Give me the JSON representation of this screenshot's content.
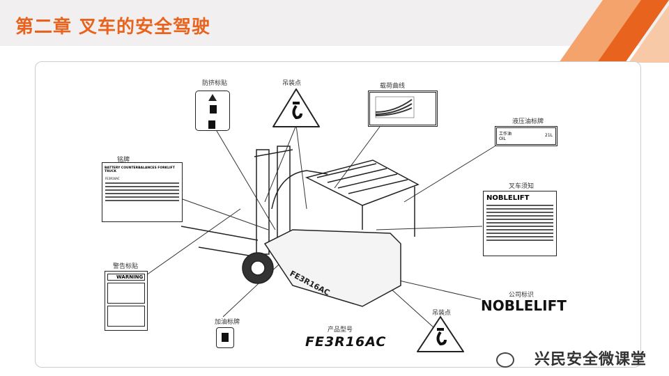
{
  "header": {
    "title": "第二章 叉车的安全驾驶"
  },
  "labels": {
    "anti_pinch": "防挤标贴",
    "lift_point_top": "吊装点",
    "load_curve": "载荷曲线",
    "nameplate": "铭牌",
    "hydraulic_oil": "液压油标牌",
    "notice": "叉车须知",
    "company_logo": "公司标识",
    "warning": "警告标贴",
    "fuel": "加油标牌",
    "product_model": "产品型号",
    "lift_point_bottom": "吊装点"
  },
  "nameplate": {
    "heading": "BATTERY COUNTERBALANCES FORKLIFT TRUCK",
    "model": "FE3R16AC"
  },
  "warning_sticker": {
    "text": "WARNING"
  },
  "hydraulic": {
    "oil_cn": "工作油",
    "oil_en": "OIL",
    "volume": "21L"
  },
  "notice_brand": "NOBLELIFT",
  "model_code": "FE3R16AC",
  "brand": "NOBLELIFT",
  "truck_side_text": "FE3R16AC",
  "watermark": "兴民安全微课堂"
}
